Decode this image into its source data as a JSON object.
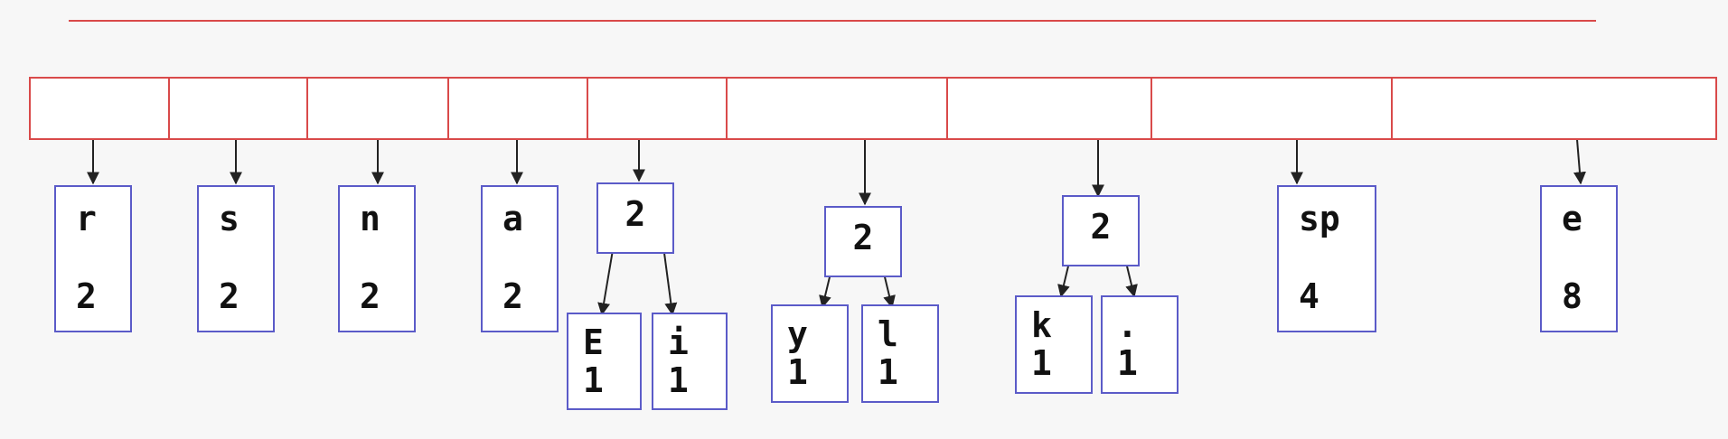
{
  "leaves": [
    {
      "char": "r",
      "count": "2"
    },
    {
      "char": "s",
      "count": "2"
    },
    {
      "char": "n",
      "count": "2"
    },
    {
      "char": "a",
      "count": "2"
    },
    {
      "char": "sp",
      "count": "4"
    },
    {
      "char": "e",
      "count": "8"
    }
  ],
  "subtrees": [
    {
      "count": "2",
      "left": {
        "char": "E",
        "count": "1"
      },
      "right": {
        "char": "i",
        "count": "1"
      }
    },
    {
      "count": "2",
      "left": {
        "char": "y",
        "count": "1"
      },
      "right": {
        "char": "l",
        "count": "1"
      }
    },
    {
      "count": "2",
      "left": {
        "char": "k",
        "count": "1"
      },
      "right": {
        "char": ".",
        "count": "1"
      }
    }
  ],
  "colors": {
    "rule": "#d94a4a",
    "slot_border": "#d94a4a",
    "node_border": "#5b5bc8",
    "arrow": "#222222"
  }
}
